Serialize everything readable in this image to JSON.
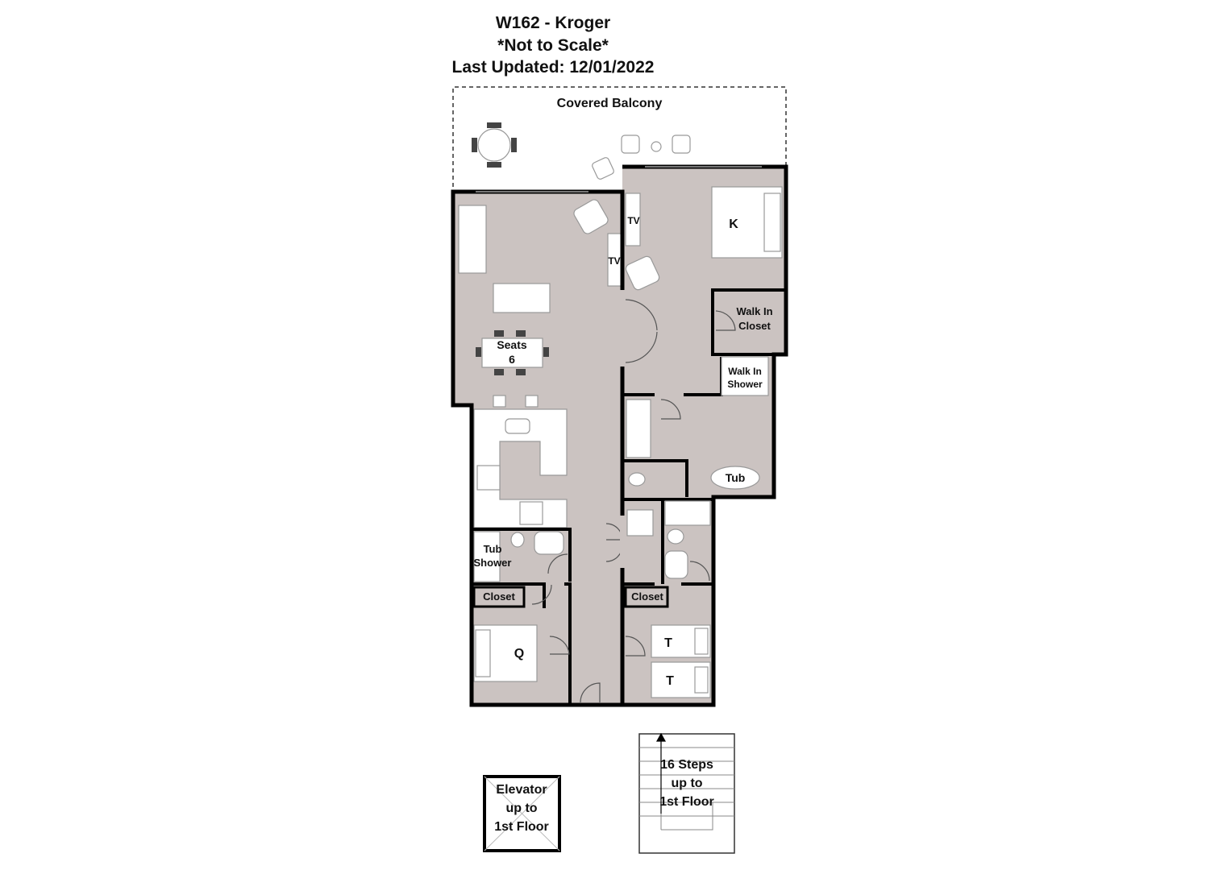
{
  "header": {
    "title": "W162 - Kroger",
    "scale_note": "*Not to Scale*",
    "updated": "Last Updated: 12/01/2022"
  },
  "rooms": {
    "balcony": "Covered Balcony",
    "tv_1": "TV",
    "tv_2": "TV",
    "dining_1": "Seats",
    "dining_2": "6",
    "king_bed": "K",
    "walk_in_closet_1": "Walk In",
    "walk_in_closet_2": "Closet",
    "walk_in_shower_1": "Walk In",
    "walk_in_shower_2": "Shower",
    "tub": "Tub",
    "tub_shower_1": "Tub",
    "tub_shower_2": "Shower",
    "closet_left": "Closet",
    "closet_right": "Closet",
    "queen_bed": "Q",
    "twin_bed_1": "T",
    "twin_bed_2": "T"
  },
  "elevator": {
    "line1": "Elevator",
    "line2": "up to",
    "line3": "1st Floor"
  },
  "stairs": {
    "line1": "16 Steps",
    "line2": "up to",
    "line3": "1st Floor"
  }
}
